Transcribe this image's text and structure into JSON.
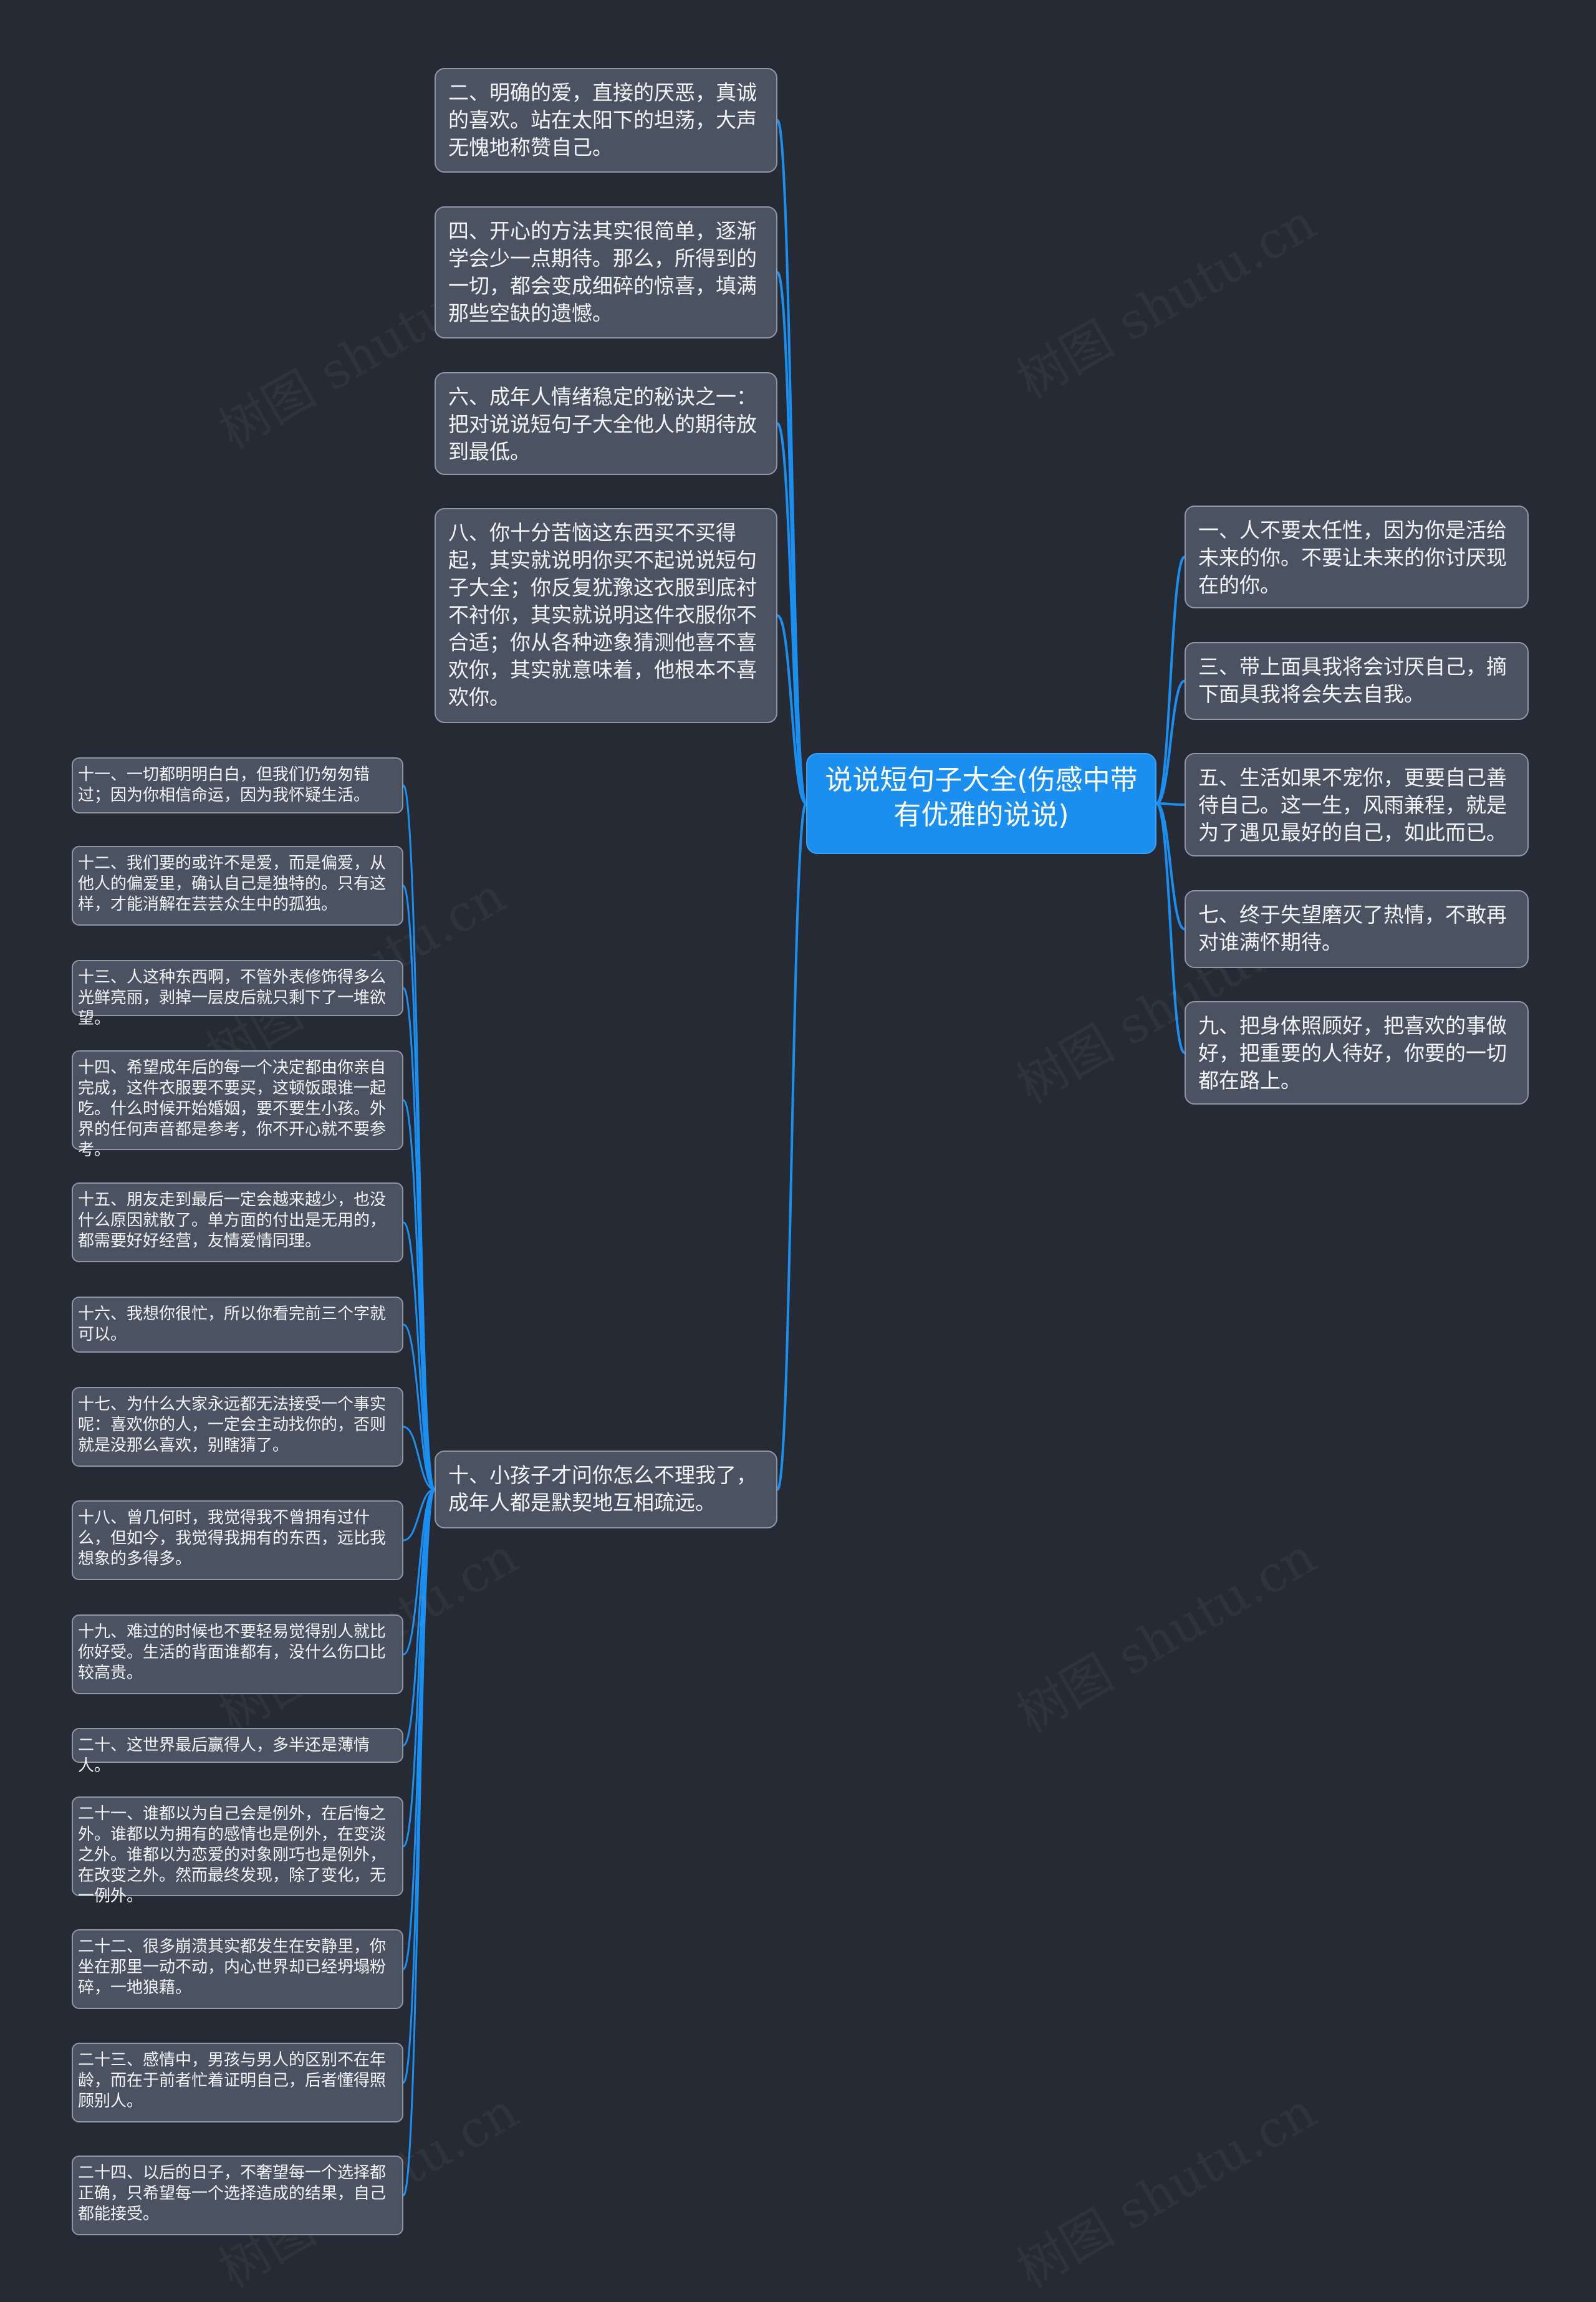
{
  "watermark": "树图 shutu.cn",
  "colors": {
    "background": "#262a34",
    "node_fill": "#4b5262",
    "node_border": "#8f96a6",
    "center_fill": "#1b8ff0",
    "link": "#1b8ff0"
  },
  "center": {
    "label": "说说短句子大全(伤感中带有优雅的说说)"
  },
  "left_nodes": [
    {
      "label": "二、明确的爱，直接的厌恶，真诚的喜欢。站在太阳下的坦荡，大声无愧地称赞自己。"
    },
    {
      "label": "四、开心的方法其实很简单，逐渐学会少一点期待。那么，所得到的一切，都会变成细碎的惊喜，填满那些空缺的遗憾。"
    },
    {
      "label": "六、成年人情绪稳定的秘诀之一：把对说说短句子大全他人的期待放到最低。"
    },
    {
      "label": "八、你十分苦恼这东西买不买得起，其实就说明你买不起说说短句子大全；你反复犹豫这衣服到底衬不衬你，其实就说明这件衣服你不合适；你从各种迹象猜测他喜不喜欢你，其实就意味着，他根本不喜欢你。"
    },
    {
      "label": "十、小孩子才问你怎么不理我了，成年人都是默契地互相疏远。"
    }
  ],
  "right_nodes": [
    {
      "label": "一、人不要太任性，因为你是活给未来的你。不要让未来的你讨厌现在的你。"
    },
    {
      "label": "三、带上面具我将会讨厌自己，摘下面具我将会失去自我。"
    },
    {
      "label": "五、生活如果不宠你，更要自己善待自己。这一生，风雨兼程，就是为了遇见最好的自己，如此而已。"
    },
    {
      "label": "七、终于失望磨灭了热情，不敢再对谁满怀期待。"
    },
    {
      "label": "九、把身体照顾好，把喜欢的事做好，把重要的人待好，你要的一切都在路上。"
    }
  ],
  "sub_nodes": [
    {
      "label": "十一、一切都明明白白，但我们仍匆匆错过；因为你相信命运，因为我怀疑生活。"
    },
    {
      "label": "十二、我们要的或许不是爱，而是偏爱，从他人的偏爱里，确认自己是独特的。只有这样，才能消解在芸芸众生中的孤独。"
    },
    {
      "label": "十三、人这种东西啊，不管外表修饰得多么光鲜亮丽，剥掉一层皮后就只剩下了一堆欲望。"
    },
    {
      "label": "十四、希望成年后的每一个决定都由你亲自完成，这件衣服要不要买，这顿饭跟谁一起吃。什么时候开始婚姻，要不要生小孩。外界的任何声音都是参考，你不开心就不要参考。"
    },
    {
      "label": "十五、朋友走到最后一定会越来越少，也没什么原因就散了。单方面的付出是无用的，都需要好好经营，友情爱情同理。"
    },
    {
      "label": "十六、我想你很忙，所以你看完前三个字就可以。"
    },
    {
      "label": "十七、为什么大家永远都无法接受一个事实呢：喜欢你的人，一定会主动找你的，否则就是没那么喜欢，别瞎猜了。"
    },
    {
      "label": "十八、曾几何时，我觉得我不曾拥有过什么，但如今，我觉得我拥有的东西，远比我想象的多得多。"
    },
    {
      "label": "十九、难过的时候也不要轻易觉得别人就比你好受。生活的背面谁都有，没什么伤口比较高贵。"
    },
    {
      "label": "二十、这世界最后赢得人，多半还是薄情人。"
    },
    {
      "label": "二十一、谁都以为自己会是例外，在后悔之外。谁都以为拥有的感情也是例外，在变淡之外。谁都以为恋爱的对象刚巧也是例外，在改变之外。然而最终发现，除了变化，无一例外。"
    },
    {
      "label": "二十二、很多崩溃其实都发生在安静里，你坐在那里一动不动，内心世界却已经坍塌粉碎，一地狼藉。"
    },
    {
      "label": "二十三、感情中，男孩与男人的区别不在年龄，而在于前者忙着证明自己，后者懂得照顾别人。"
    },
    {
      "label": "二十四、以后的日子，不奢望每一个选择都正确，只希望每一个选择造成的结果，自己都能接受。"
    }
  ]
}
